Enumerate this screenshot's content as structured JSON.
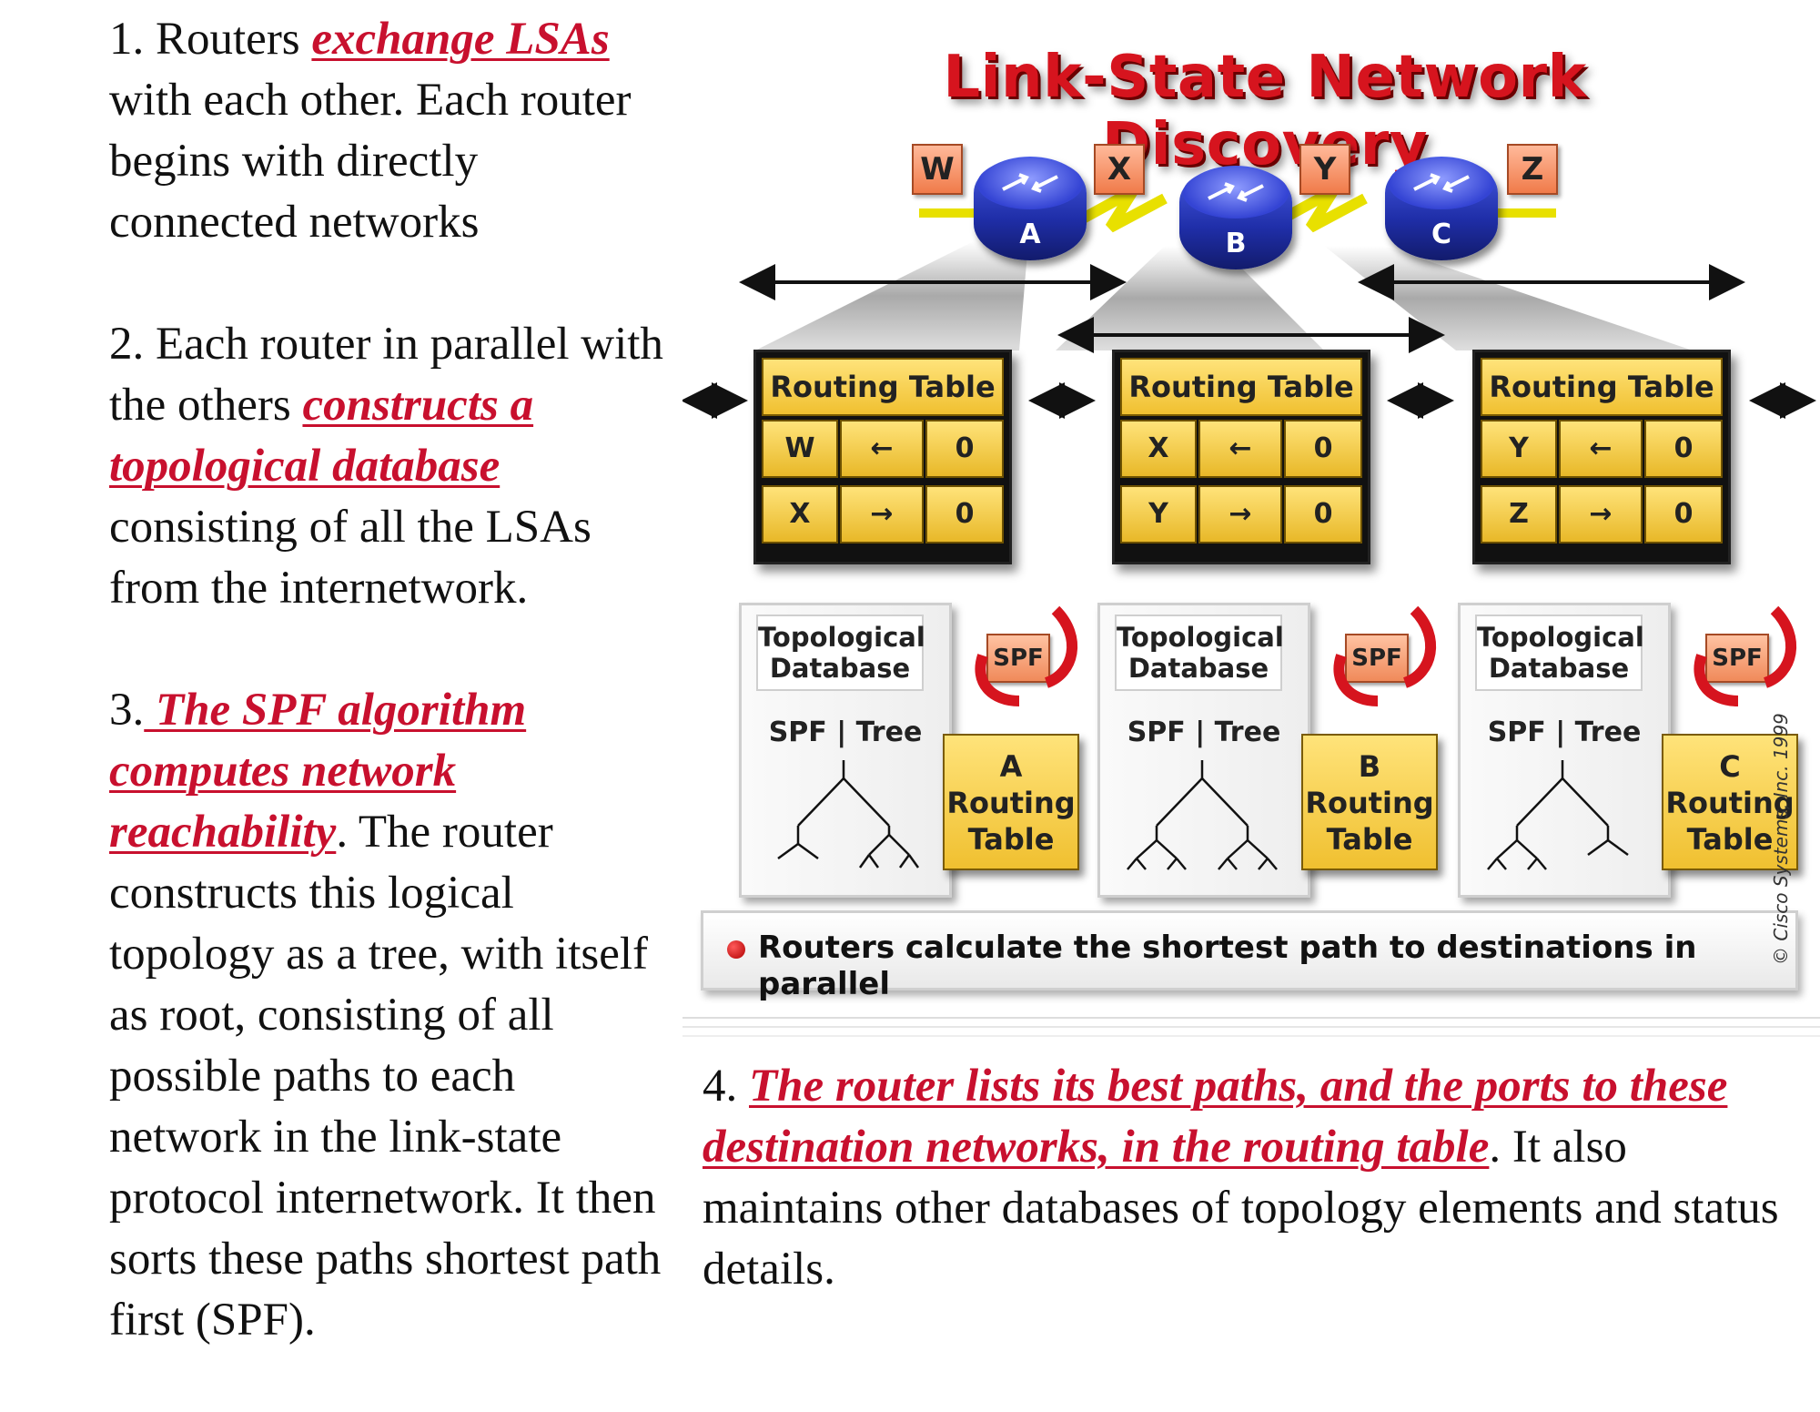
{
  "left_text": {
    "p1": {
      "a": "1. Routers ",
      "b": "exchange LSAs",
      "c": " with each other. Each router begins with directly connected networks"
    },
    "p2": {
      "a": "2. Each router in parallel with the others ",
      "b": "constructs a topological database",
      "c": " consisting of all the LSAs from the internetwork."
    },
    "p3": {
      "a": "3.",
      "b": " The SPF algorithm computes network reachability",
      "c": ". The router constructs this logical topology as a tree, with itself as root, consisting of all possible paths to each network in the link-state protocol internetwork. It then sorts these paths shortest path first (SPF)."
    }
  },
  "para4": {
    "a": "4. ",
    "b": "The router lists its best paths, and the ports to these destination networks, in the routing table",
    "c": ". It also maintains other databases of topology elements and status details."
  },
  "diagram": {
    "title": "Link-State Network Discovery",
    "networks": [
      "W",
      "X",
      "Y",
      "Z"
    ],
    "routers": [
      "A",
      "B",
      "C"
    ],
    "routing_tables": [
      {
        "header": "Routing Table",
        "rows": [
          {
            "net": "W",
            "dir": "←",
            "cost": "0"
          },
          {
            "net": "X",
            "dir": "→",
            "cost": "0"
          }
        ]
      },
      {
        "header": "Routing Table",
        "rows": [
          {
            "net": "X",
            "dir": "←",
            "cost": "0"
          },
          {
            "net": "Y",
            "dir": "→",
            "cost": "0"
          }
        ]
      },
      {
        "header": "Routing Table",
        "rows": [
          {
            "net": "Y",
            "dir": "←",
            "cost": "0"
          },
          {
            "net": "Z",
            "dir": "→",
            "cost": "0"
          }
        ]
      }
    ],
    "databases": [
      {
        "label_l1": "Topological",
        "label_l2": "Database",
        "spf": "SPF",
        "tree": "Tree",
        "badge": "SPF",
        "rt_name": "A",
        "rt_l2": "Routing",
        "rt_l3": "Table"
      },
      {
        "label_l1": "Topological",
        "label_l2": "Database",
        "spf": "SPF",
        "tree": "Tree",
        "badge": "SPF",
        "rt_name": "B",
        "rt_l2": "Routing",
        "rt_l3": "Table"
      },
      {
        "label_l1": "Topological",
        "label_l2": "Database",
        "spf": "SPF",
        "tree": "Tree",
        "badge": "SPF",
        "rt_name": "C",
        "rt_l2": "Routing",
        "rt_l3": "Table"
      }
    ],
    "banner": "Routers calculate the shortest path to destinations in parallel",
    "copyright": "© Cisco Systems, Inc. 1999"
  },
  "colors": {
    "highlight": "#c8102e",
    "title_red": "#d6141e",
    "router_blue": "#1f2ea8",
    "table_yellow": "#f0c030",
    "label_orange": "#f07b4a",
    "link_yellow": "#e8e000"
  }
}
